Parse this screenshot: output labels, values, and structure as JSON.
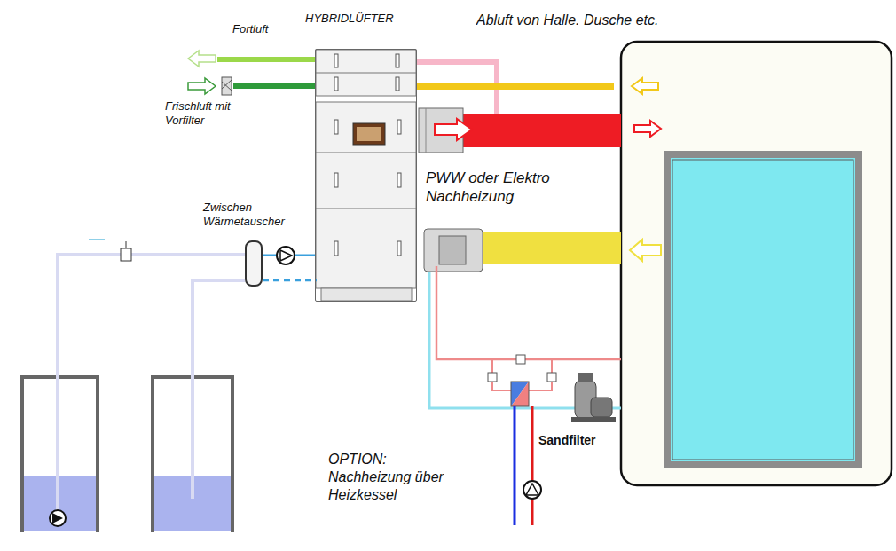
{
  "diagram": {
    "nodes": [
      {
        "text": [
          "HYBRIDLÜFTER"
        ]
      },
      {
        "text": [
          "Zwischen Wärmetauscher"
        ]
      }
    ],
    "edges": [
      {
        "from": 1,
        "to": 0,
        "arrow": "none"
      }
    ],
    "labels": [
      "Fortluft",
      "Frischluft mit Vorfilter",
      "Abluft von Halle. Dusche etc.",
      "PWW oder Elektro Nachheizung",
      "OPTION: Nachheizung über Heizkessel",
      "Sandfilter"
    ]
  }
}
